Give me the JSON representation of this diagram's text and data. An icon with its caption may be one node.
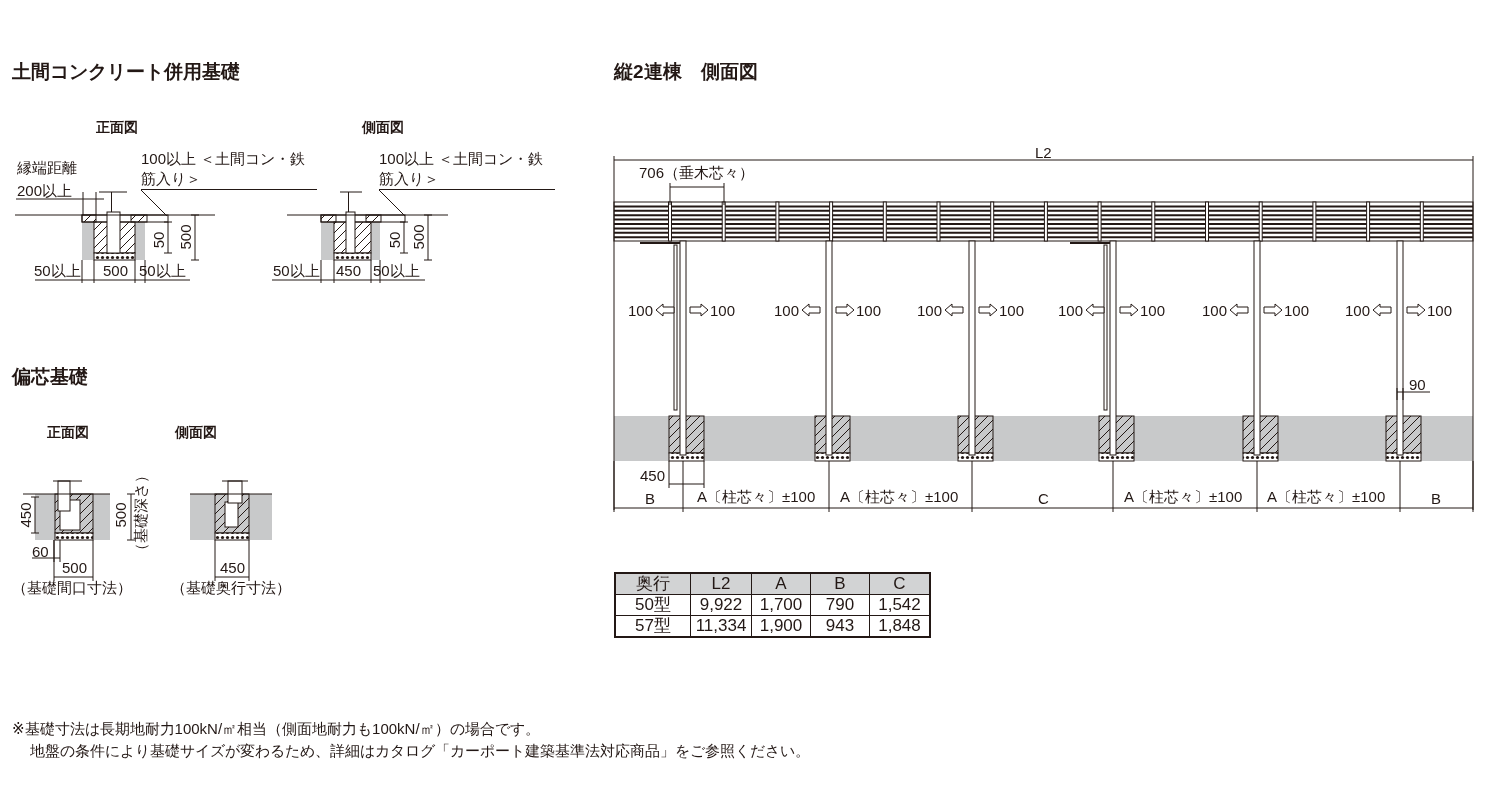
{
  "diagram": {
    "nodes": [
      {
        "text": [
          "100以上 ＜土間コン・鉄筋入り＞"
        ]
      },
      {
        "text": [
          "100以上 ＜土間コン・鉄筋入り＞"
        ]
      }
    ],
    "edges": [
      {
        "from": 0,
        "to": null,
        "arrow": "none"
      },
      {
        "from": 1,
        "to": null,
        "arrow": "none"
      }
    ],
    "labels": [
      "土間コンクリート併用基礎",
      "縦2連棟　側面図",
      "正面図",
      "側面図",
      "縁端距離",
      "200以上",
      "50",
      "500",
      "50",
      "500",
      "50以上",
      "500",
      "50以上",
      "50以上",
      "450",
      "50以上",
      "L2",
      "706（垂木芯々）",
      "100",
      "100",
      "100",
      "100",
      "100",
      "100",
      "100",
      "100",
      "100",
      "100",
      "100",
      "100",
      "90",
      "450",
      "B",
      "A〔柱芯々〕±100",
      "A〔柱芯々〕±100",
      "C",
      "A〔柱芯々〕±100",
      "A〔柱芯々〕±100",
      "B",
      "偏芯基礎",
      "正面図",
      "側面図",
      "450",
      "500",
      "（基礎深さ）",
      "60",
      "500",
      "（基礎間口寸法）",
      "450",
      "（基礎奥行寸法）",
      "奥行",
      "L2",
      "A",
      "B",
      "C",
      "50型",
      "9,922",
      "1,700",
      "790",
      "1,542",
      "57型",
      "11,334",
      "1,900",
      "943",
      "1,848",
      "※基礎寸法は長期地耐力100kN/㎡相当（側面地耐力も100kN/㎡）の場合です。",
      "地盤の条件により基礎サイズが変わるため、詳細はカタログ「カーポート建築基準法対応商品」をご参照ください。"
    ]
  }
}
